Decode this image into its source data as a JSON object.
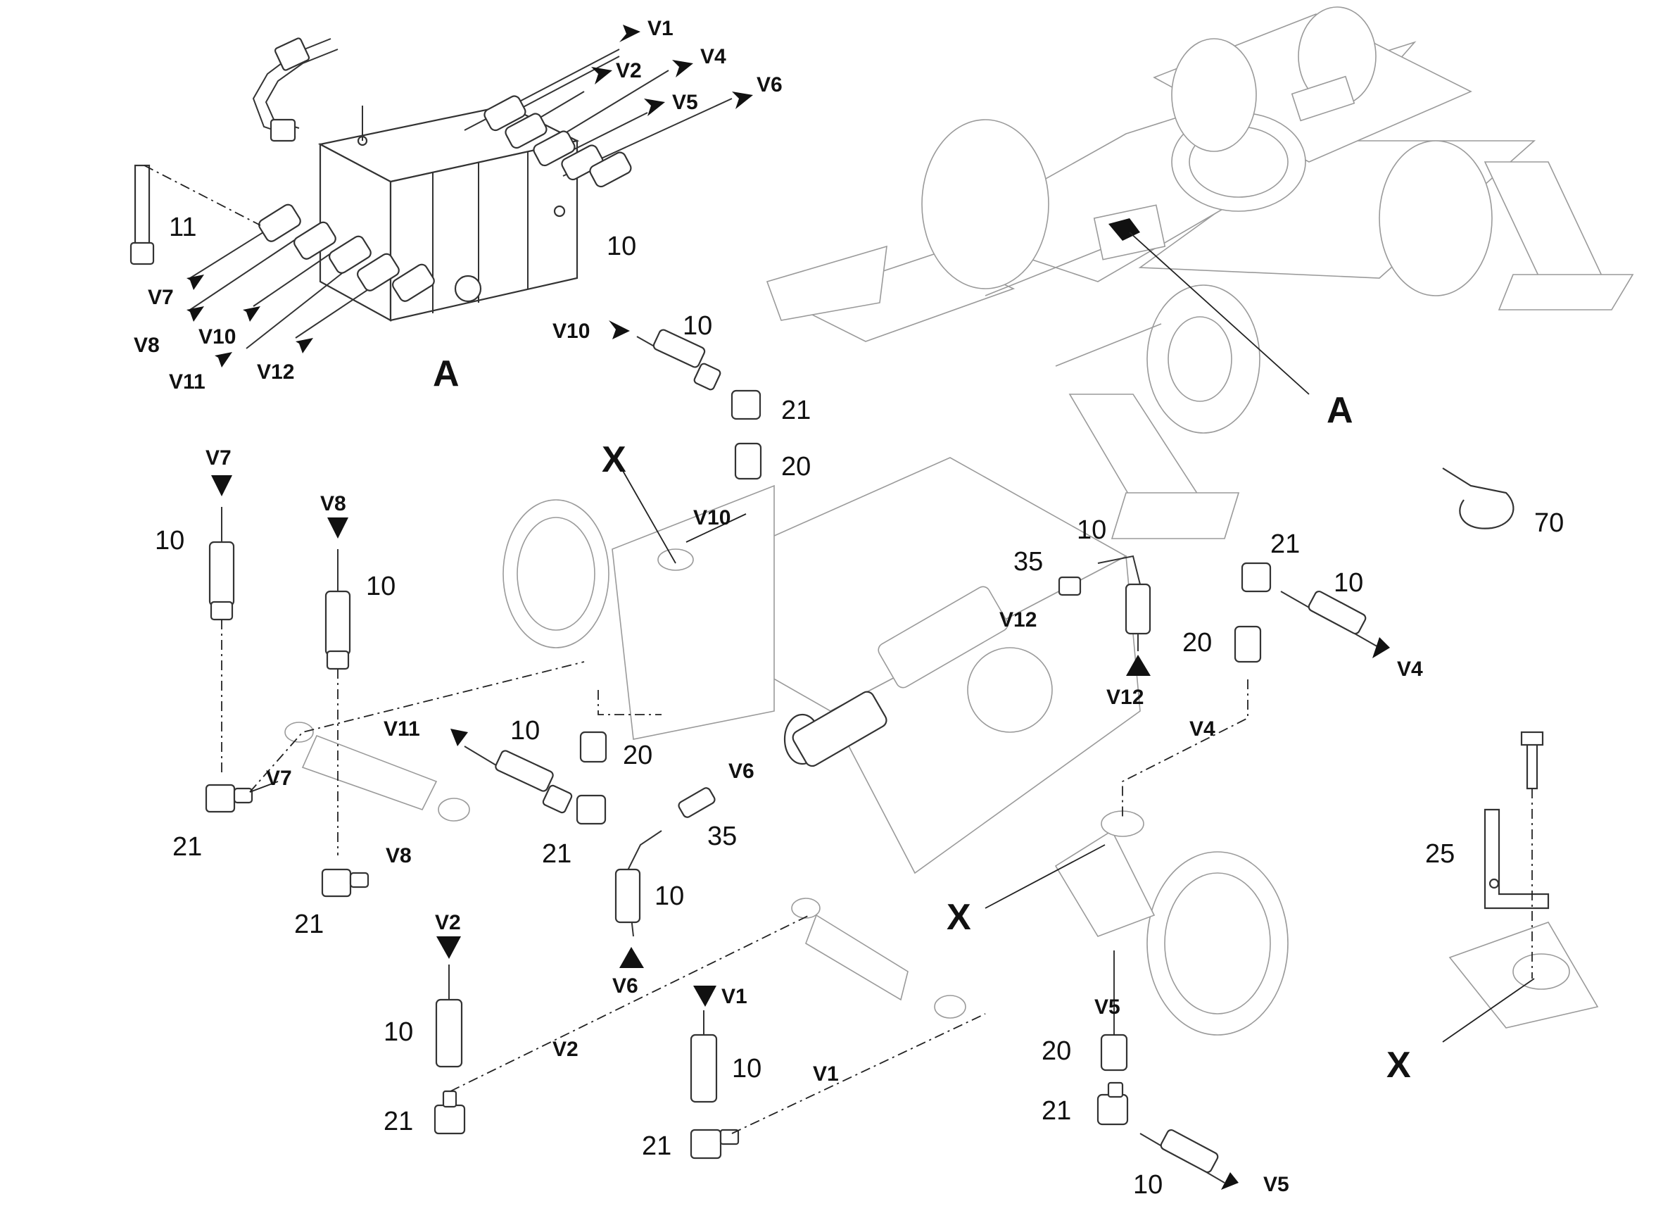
{
  "views": {
    "A": "A",
    "X": "X"
  },
  "parts": {
    "hose": "10",
    "screw": "11",
    "adapter": "20",
    "elbow": "21",
    "bracket": "25",
    "union": "35",
    "cable_tie": "70"
  },
  "lines": [
    "V1",
    "V2",
    "V4",
    "V5",
    "V6",
    "V7",
    "V8",
    "V10",
    "V11",
    "V12"
  ],
  "colors": {
    "stroke": "#333333",
    "faint": "#9a9a9a",
    "arrow": "#111111"
  }
}
